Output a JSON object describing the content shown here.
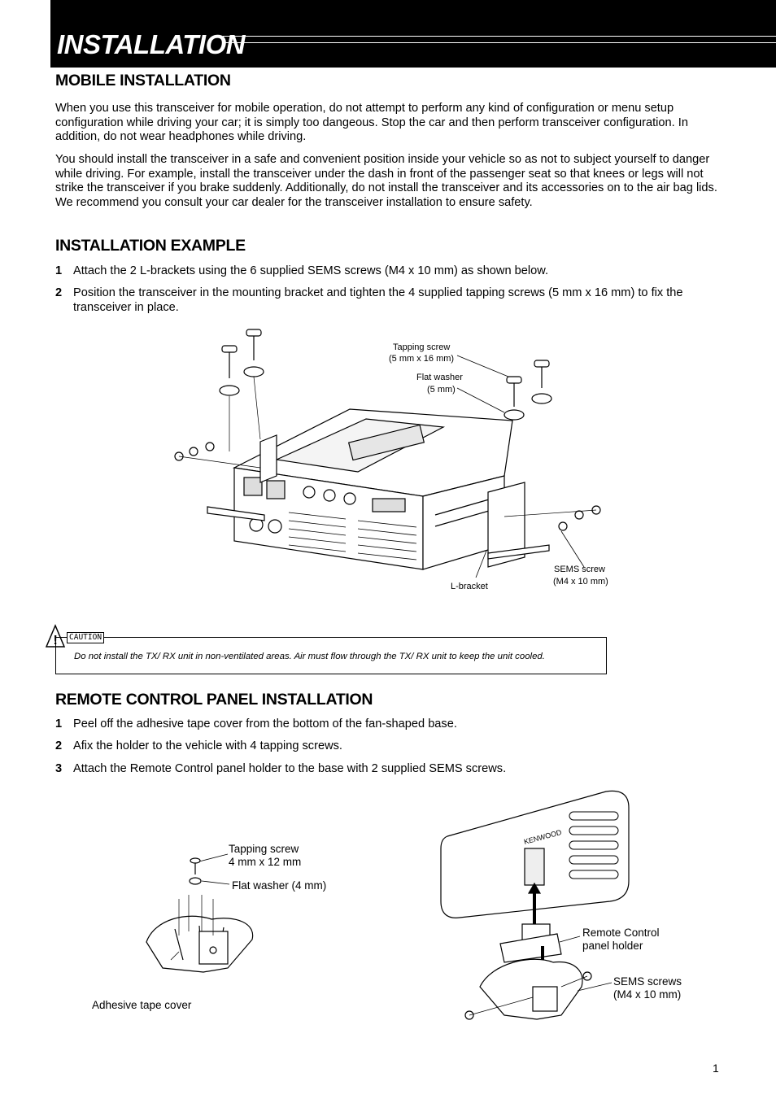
{
  "header": {
    "title": "INSTALLATION"
  },
  "mobile": {
    "heading": "MOBILE INSTALLATION",
    "para1": "When you use this transceiver for mobile operation, do not attempt to perform any kind of configuration or menu setup configuration while driving your car; it is simply too dangeous.  Stop the car and then perform transceiver configuration.  In addition, do not wear headphones while driving.",
    "para2": "You should install the transceiver in a safe and convenient position inside your vehicle so as not to subject yourself to danger while driving.  For example, install the transceiver under the dash in front of the passenger seat so that knees or legs will not strike the transceiver if you brake suddenly.  Additionally, do not install the transceiver and its accessories on to the air bag lids.  We recommend you consult your car dealer for the transceiver installation to ensure safety."
  },
  "example": {
    "heading": "INSTALLATION EXAMPLE",
    "steps": [
      {
        "num": "1",
        "text": "Attach the 2 L-brackets using the 6 supplied SEMS screws (M4 x 10 mm) as shown below."
      },
      {
        "num": "2",
        "text": "Position the transceiver in the mounting bracket and tighten the 4 supplied tapping screws (5 mm x 16 mm) to fix the transceiver in place."
      }
    ],
    "figure": {
      "tapping_screw": "Tapping screw",
      "tapping_screw_size": "(5 mm x 16 mm)",
      "flat_washer": "Flat washer",
      "flat_washer_size": "(5 mm)",
      "sems_screw": "SEMS screw",
      "sems_screw_size": "(M4 x 10 mm)",
      "l_bracket": "L-bracket"
    }
  },
  "caution": {
    "tag": "CAUTION",
    "text": "Do not install the TX/ RX unit in non-ventilated areas.  Air must flow through the TX/ RX unit to keep the unit cooled."
  },
  "remote": {
    "heading": "REMOTE CONTROL PANEL INSTALLATION",
    "steps": [
      {
        "num": "1",
        "text": "Peel off the adhesive tape cover from the bottom of the fan-shaped base."
      },
      {
        "num": "2",
        "text": "Afix the holder to the vehicle with 4 tapping screws."
      },
      {
        "num": "3",
        "text": "Attach the Remote Control panel holder to the base with 2 supplied SEMS screws."
      }
    ],
    "figure": {
      "tapping_screw": "Tapping screw",
      "tapping_screw_size": "4 mm x 12 mm",
      "flat_washer": "Flat washer (4 mm)",
      "adhesive": "Adhesive tape cover",
      "holder_line1": "Remote Control",
      "holder_line2": "panel holder",
      "sems_line1": "SEMS screws",
      "sems_line2": "(M4 x 10 mm)",
      "brand": "KENWOOD"
    }
  },
  "page_number": "1"
}
